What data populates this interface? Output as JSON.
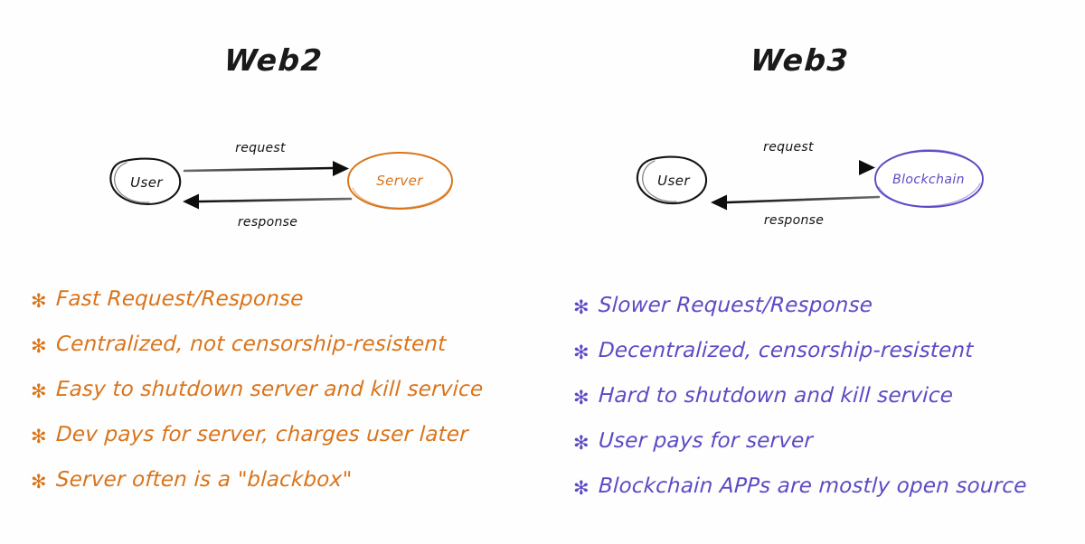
{
  "colors": {
    "background": "#ffffff",
    "web2_accent": "#d9741a",
    "web3_accent": "#5b4bc4",
    "ink": "#141414"
  },
  "columns": {
    "web2": {
      "title": "Web2",
      "diagram": {
        "source_node": "User",
        "target_node": "Server",
        "forward_label": "request",
        "reverse_label": "response"
      },
      "bullet_symbol": "✻",
      "bullets": [
        "Fast Request/Response",
        "Centralized, not censorship-resistent",
        "Easy to shutdown server and kill service",
        "Dev pays for server, charges user later",
        "Server often is a \"blackbox\""
      ]
    },
    "web3": {
      "title": "Web3",
      "diagram": {
        "source_node": "User",
        "target_node": "Blockchain",
        "forward_label": "request",
        "reverse_label": "response"
      },
      "bullet_symbol": "✻",
      "bullets": [
        "Slower Request/Response",
        "Decentralized, censorship-resistent",
        "Hard to shutdown and kill service",
        "User pays for server",
        "Blockchain APPs are mostly open source"
      ]
    }
  }
}
